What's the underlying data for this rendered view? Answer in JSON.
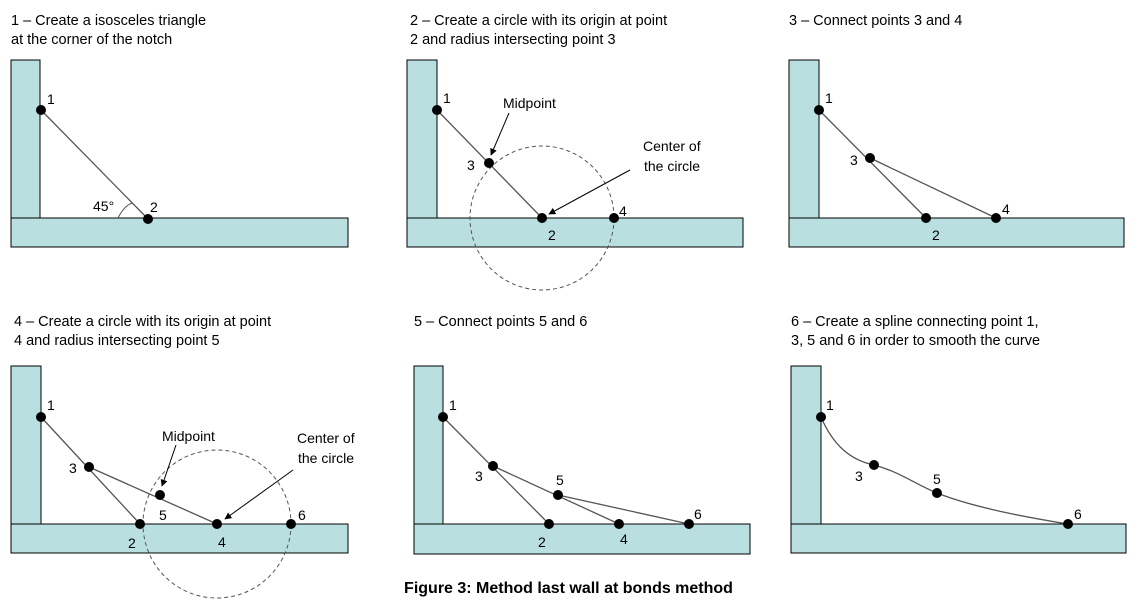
{
  "steps": [
    {
      "title": "1 – Create a isosceles triangle\nat the corner of the notch",
      "labels": {
        "p1": "1",
        "p2": "2",
        "angle": "45°"
      }
    },
    {
      "title": "2 – Create a circle with its origin at point\n2 and radius intersecting point 3",
      "labels": {
        "p1": "1",
        "p2": "2",
        "p3": "3",
        "p4": "4",
        "midpoint": "Midpoint",
        "center_line1": "Center of",
        "center_line2": "the circle"
      }
    },
    {
      "title": "3 – Connect points 3 and 4",
      "labels": {
        "p1": "1",
        "p2": "2",
        "p3": "3",
        "p4": "4"
      }
    },
    {
      "title": "4 – Create a circle with its origin at point\n4 and radius intersecting point 5",
      "labels": {
        "p1": "1",
        "p2": "2",
        "p3": "3",
        "p4": "4",
        "p5": "5",
        "p6": "6",
        "midpoint": "Midpoint",
        "center_line1": "Center of",
        "center_line2": "the circle"
      }
    },
    {
      "title": "5 – Connect points 5 and 6",
      "labels": {
        "p1": "1",
        "p2": "2",
        "p3": "3",
        "p4": "4",
        "p5": "5",
        "p6": "6"
      }
    },
    {
      "title": "6 – Create a spline connecting point 1,\n3, 5 and 6 in order to smooth the curve",
      "labels": {
        "p1": "1",
        "p3": "3",
        "p5": "5",
        "p6": "6"
      }
    }
  ],
  "caption": "Figure 3: Method last wall at bonds method",
  "colors": {
    "plate_fill": "#b9dfe0",
    "stroke": "#000000",
    "line": "#555555"
  }
}
